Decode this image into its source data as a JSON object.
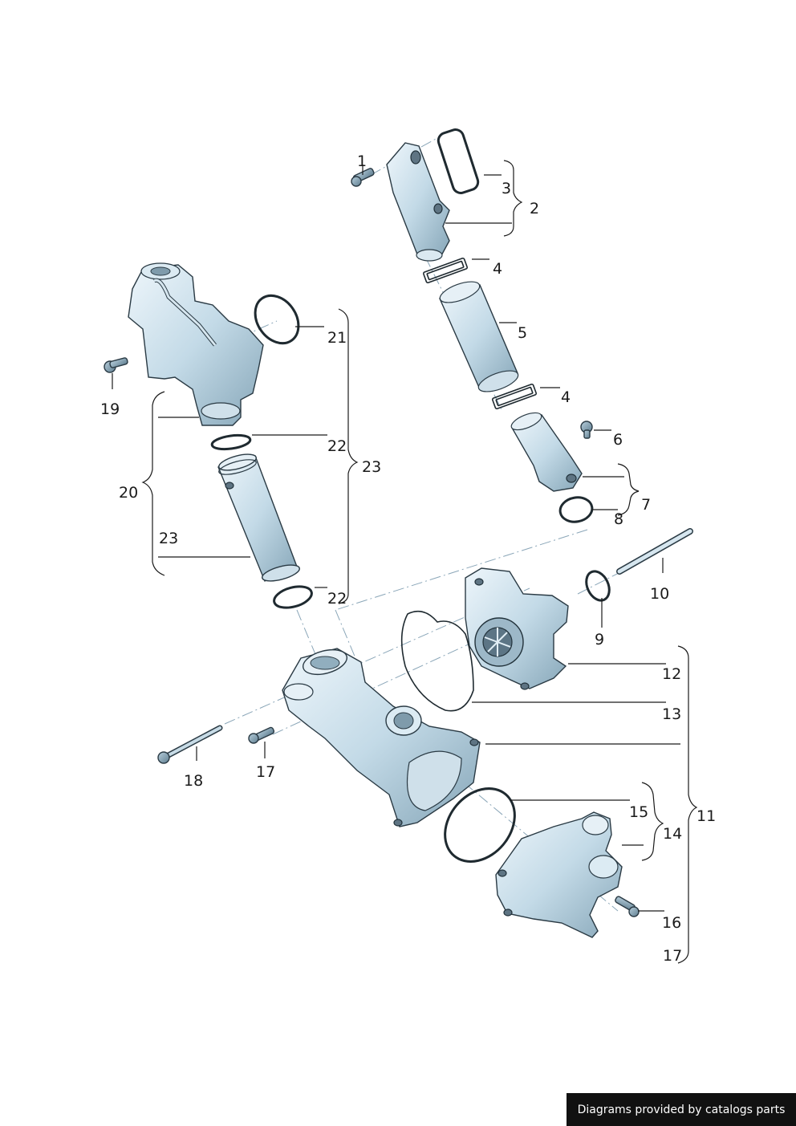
{
  "callouts": [
    {
      "id": "c1",
      "text": "1"
    },
    {
      "id": "c3",
      "text": "3"
    },
    {
      "id": "c2",
      "text": "2"
    },
    {
      "id": "c4a",
      "text": "4"
    },
    {
      "id": "c5",
      "text": "5"
    },
    {
      "id": "c4b",
      "text": "4"
    },
    {
      "id": "c6",
      "text": "6"
    },
    {
      "id": "c7",
      "text": "7"
    },
    {
      "id": "c8",
      "text": "8"
    },
    {
      "id": "c10",
      "text": "10"
    },
    {
      "id": "c9",
      "text": "9"
    },
    {
      "id": "c12",
      "text": "12"
    },
    {
      "id": "c13",
      "text": "13"
    },
    {
      "id": "c11",
      "text": "11"
    },
    {
      "id": "c15",
      "text": "15"
    },
    {
      "id": "c14",
      "text": "14"
    },
    {
      "id": "c16",
      "text": "16"
    },
    {
      "id": "c17b",
      "text": "17"
    },
    {
      "id": "c17a",
      "text": "17"
    },
    {
      "id": "c18",
      "text": "18"
    },
    {
      "id": "c19",
      "text": "19"
    },
    {
      "id": "c20",
      "text": "20"
    },
    {
      "id": "c21",
      "text": "21"
    },
    {
      "id": "c22a",
      "text": "22"
    },
    {
      "id": "c23a",
      "text": "23"
    },
    {
      "id": "c23b",
      "text": "23"
    },
    {
      "id": "c22b",
      "text": "22"
    }
  ],
  "credit": "Diagrams provided by catalogs parts",
  "colors": {
    "metal_light": "#e8f2f8",
    "metal_mid": "#b9d3e1",
    "metal_dark": "#7d9cae",
    "line": "#1a1a1a"
  }
}
